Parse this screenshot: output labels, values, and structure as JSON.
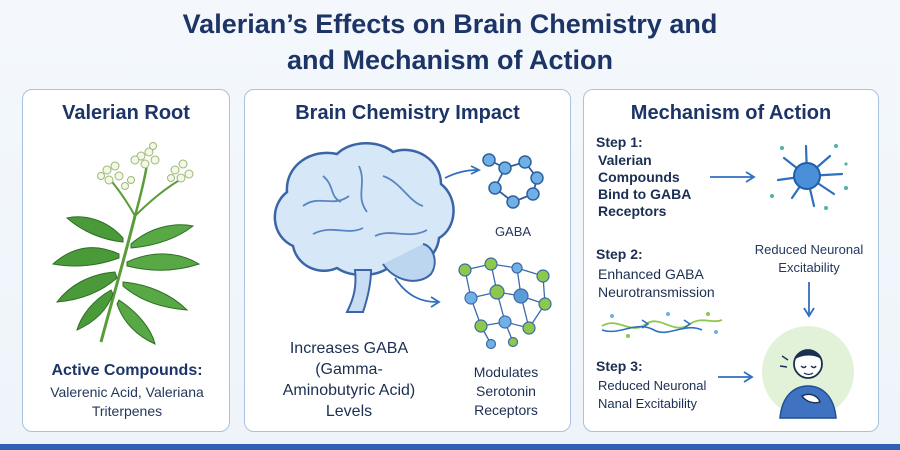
{
  "title": {
    "line1": "Valerian’s Effects on Brain Chemistry and",
    "line2": "and Mechanism of Action"
  },
  "panels": {
    "root": {
      "title": "Valerian Root",
      "compounds_heading": "Active Compounds:",
      "compounds_line1": "Valerenic Acid, Valeriana",
      "compounds_line2": "Triterpenes"
    },
    "brain": {
      "title": "Brain Chemistry Impact",
      "gaba_label": "GABA",
      "increase_line1": "Increases GABA",
      "increase_line2": "(Gamma-",
      "increase_line3": "Aminobutyric Acid)",
      "increase_line4": "Levels",
      "serotonin_line1": "Modulates",
      "serotonin_line2": "Serotonin",
      "serotonin_line3": "Receptors"
    },
    "mechanism": {
      "title": "Mechanism of Action",
      "step1_heading": "Step 1:",
      "step1_line1": "Valerian",
      "step1_line2": "Compounds",
      "step1_line3": "Bind to GABA",
      "step1_line4": "Receptors",
      "step2_heading": "Step 2:",
      "step2_line1": "Enhanced GABA",
      "step2_line2": "Neurotransmission",
      "step3_heading": "Step 3:",
      "step3_line1": "Reduced Neuronal",
      "step3_line2": "Nanal Excitability",
      "excitability_line1": "Reduced Neuronal",
      "excitability_line2": "Excitability"
    }
  },
  "colors": {
    "navy": "#1c3566",
    "panel_border": "#a8c2e0",
    "arrow_blue": "#2f6fc0",
    "leaf_green": "#4a9a3a",
    "brain_blue": "#cfe3f7",
    "gaba_node": "#6fb0e6",
    "green_node": "#8cc84b"
  },
  "icons": {
    "plant": "valerian-plant-icon",
    "brain": "brain-icon",
    "gaba": "gaba-molecule-icon",
    "network": "receptor-network-icon",
    "neuron": "neuron-icon",
    "signal": "neurotransmission-icon",
    "person": "relaxed-person-icon"
  }
}
